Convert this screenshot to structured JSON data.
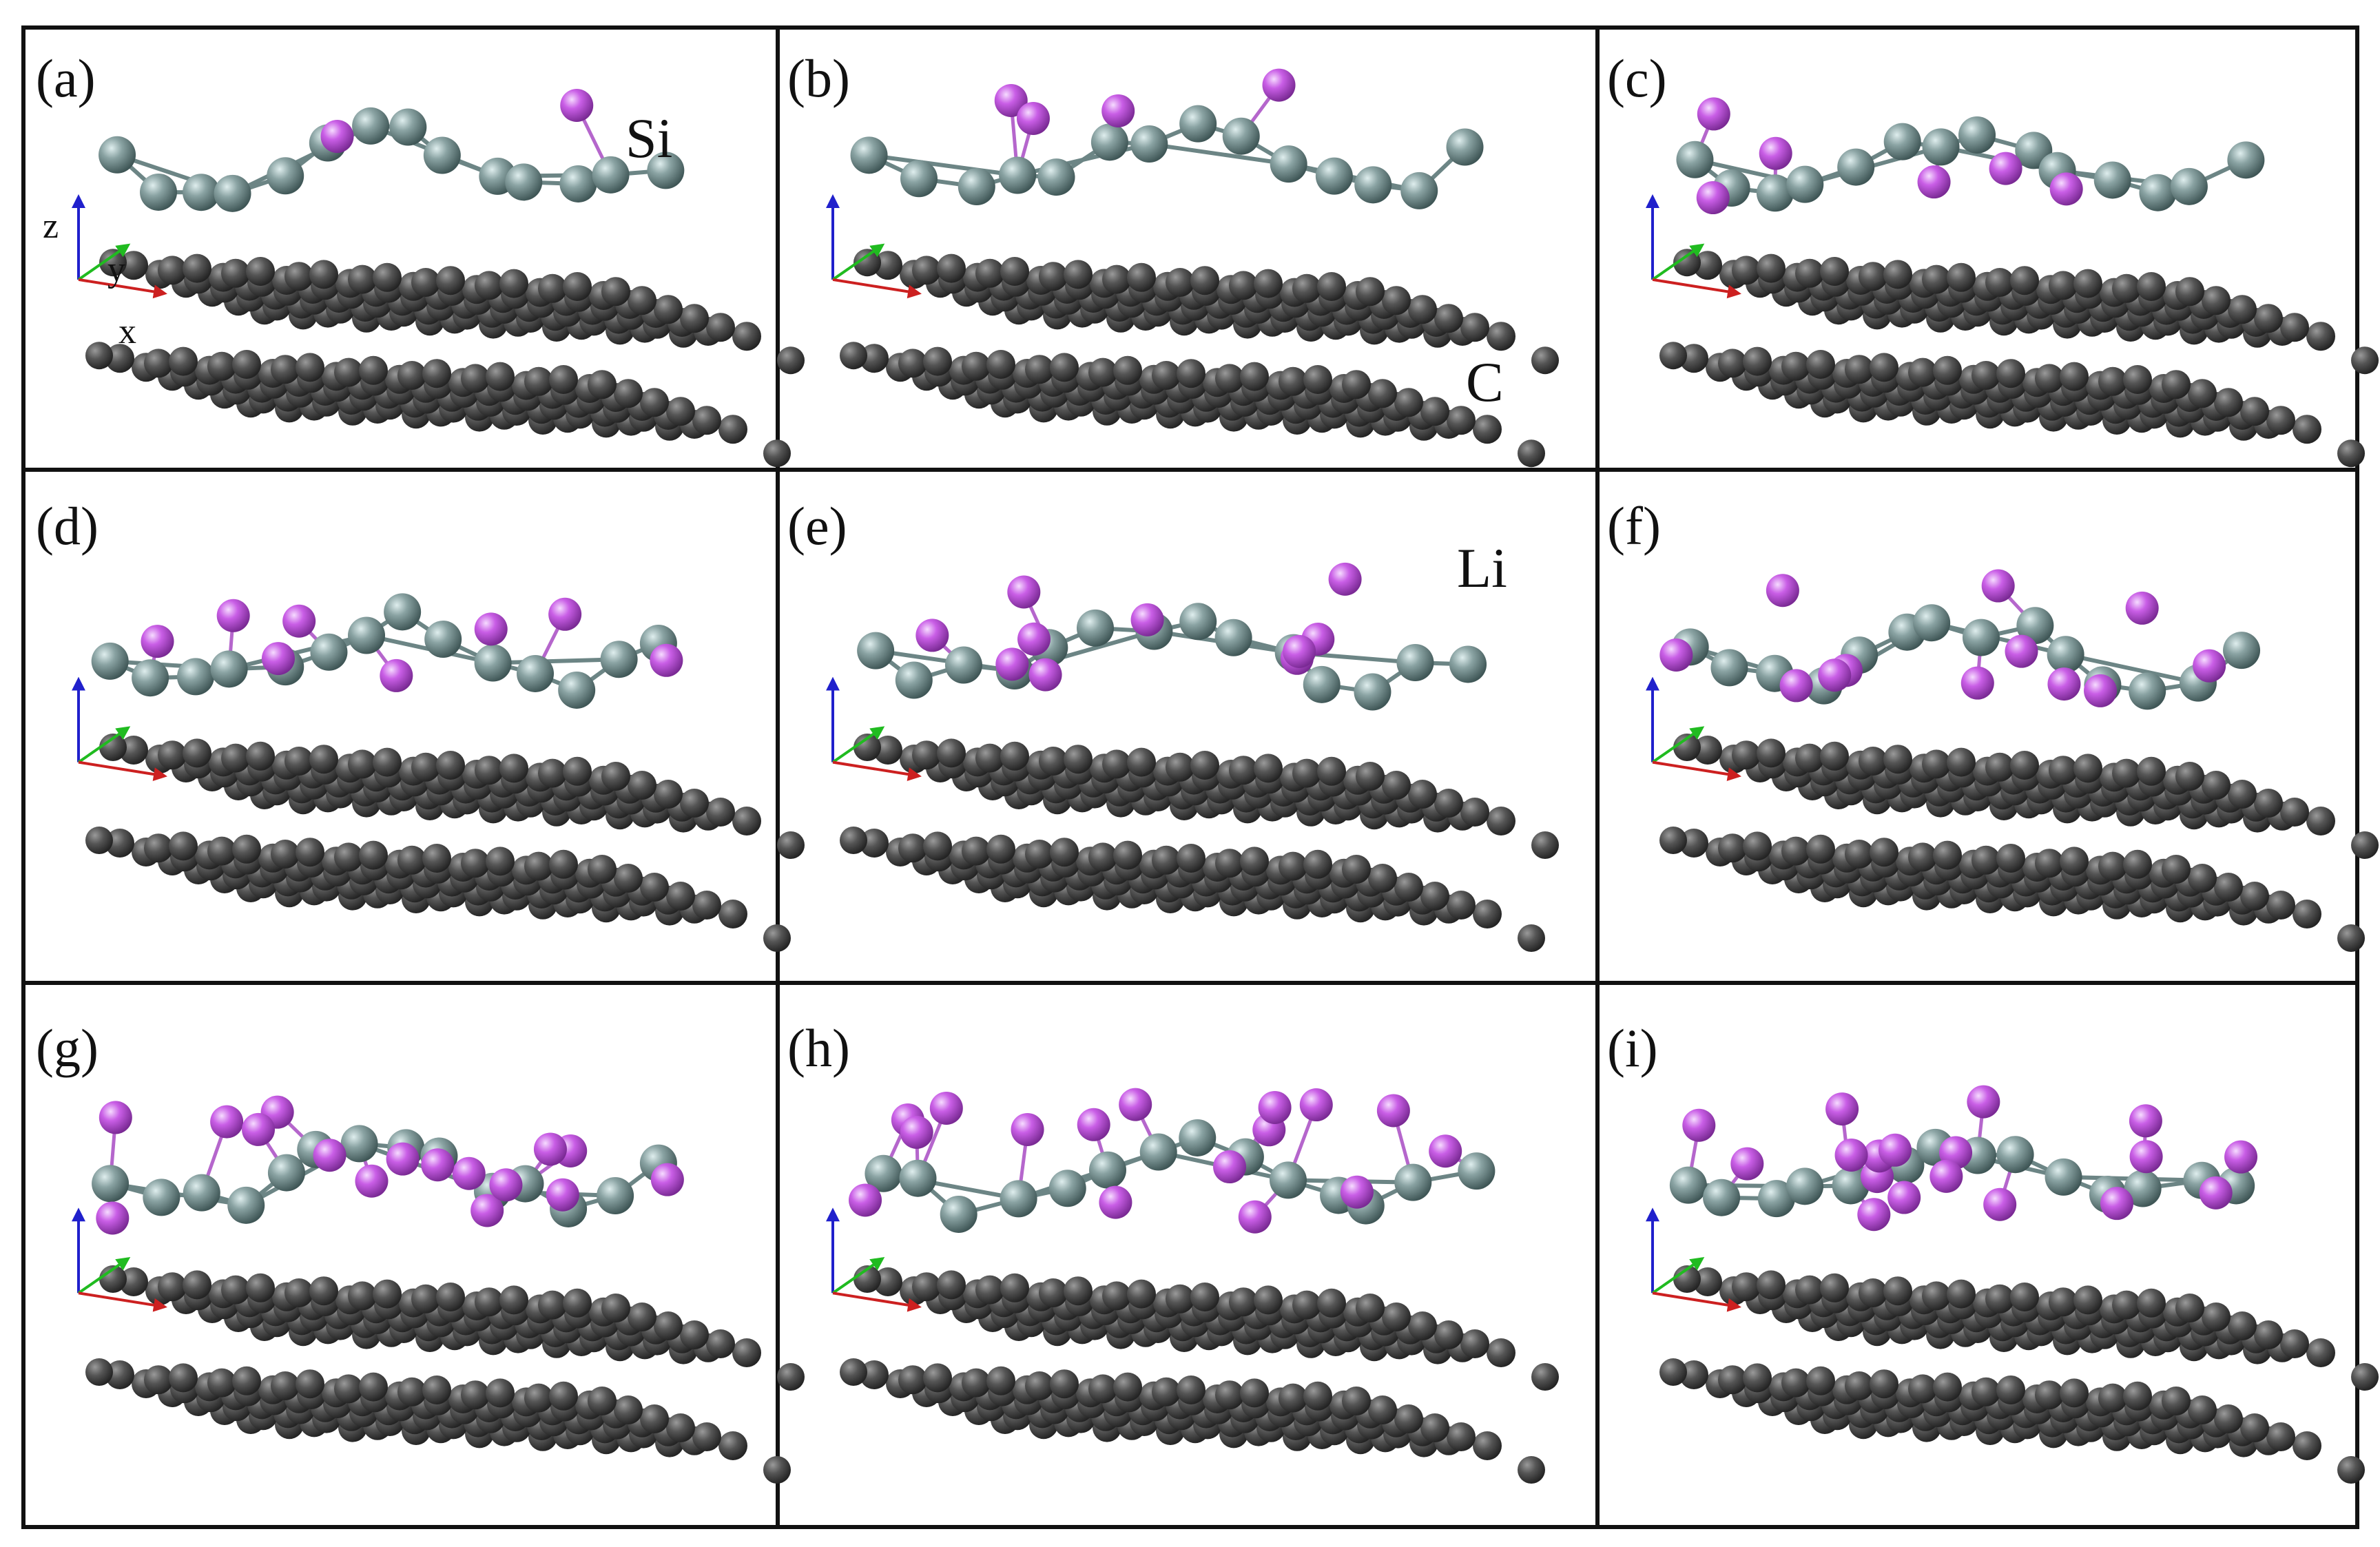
{
  "figure": {
    "panels": [
      {
        "id": "a",
        "label": "(a)",
        "li_count": 2,
        "axis_labels": true,
        "element_labels": [
          "Si"
        ]
      },
      {
        "id": "b",
        "label": "(b)",
        "li_count": 4,
        "axis_labels": false,
        "element_labels": [
          "C"
        ]
      },
      {
        "id": "c",
        "label": "(c)",
        "li_count": 6,
        "axis_labels": false,
        "element_labels": []
      },
      {
        "id": "d",
        "label": "(d)",
        "li_count": 8,
        "axis_labels": false,
        "element_labels": []
      },
      {
        "id": "e",
        "label": "(e)",
        "li_count": 10,
        "axis_labels": false,
        "element_labels": [
          "Li"
        ]
      },
      {
        "id": "f",
        "label": "(f)",
        "li_count": 12,
        "axis_labels": false,
        "element_labels": []
      },
      {
        "id": "g",
        "label": "(g)",
        "li_count": 16,
        "axis_labels": false,
        "element_labels": []
      },
      {
        "id": "h",
        "label": "(h)",
        "li_count": 16,
        "axis_labels": false,
        "element_labels": []
      },
      {
        "id": "i",
        "label": "(i)",
        "li_count": 18,
        "axis_labels": false,
        "element_labels": []
      }
    ],
    "axis": {
      "x": "x",
      "y": "y",
      "z": "z"
    },
    "colors": {
      "frame": "#111111",
      "carbon": "#4a4a4a",
      "silicon": "#7f9696",
      "lithium": "#cc66e6",
      "bond_si": "#6c8585",
      "bond_li": "#b566cc",
      "axis_x": "#cc2020",
      "axis_y": "#20bb20",
      "axis_z": "#2020cc"
    }
  }
}
